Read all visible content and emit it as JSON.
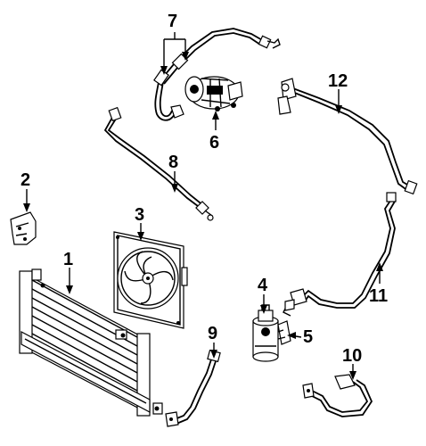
{
  "diagram": {
    "callouts": {
      "c1": "1",
      "c2": "2",
      "c3": "3",
      "c4": "4",
      "c5": "5",
      "c6": "6",
      "c7": "7",
      "c8": "8",
      "c9": "9",
      "c10": "10",
      "c11": "11",
      "c12": "12"
    },
    "parts": [
      "condenser",
      "bracket",
      "cooling-fan-assembly",
      "receiver-drier",
      "drier-bracket",
      "compressor",
      "suction-hose",
      "discharge-line",
      "liquid-line",
      "liquid-hose",
      "suction-tube",
      "high-pressure-line"
    ],
    "colors": {
      "ink": "#000000",
      "background": "#ffffff"
    }
  }
}
